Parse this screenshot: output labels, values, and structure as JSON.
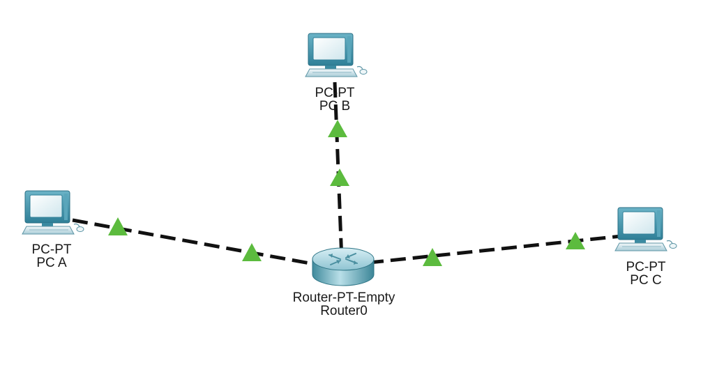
{
  "devices": {
    "pc_a": {
      "model": "PC-PT",
      "name": "PC A",
      "icon": "pc-icon"
    },
    "pc_b": {
      "model": "PC-PT",
      "name": "PC B",
      "icon": "pc-icon"
    },
    "pc_c": {
      "model": "PC-PT",
      "name": "PC C",
      "icon": "pc-icon"
    },
    "router0": {
      "model": "Router-PT-Empty",
      "name": "Router0",
      "icon": "router-icon"
    }
  },
  "links": [
    {
      "from": "pc_a",
      "to": "router0",
      "style": "dashed",
      "status": "up"
    },
    {
      "from": "pc_b",
      "to": "router0",
      "style": "dashed",
      "status": "up"
    },
    {
      "from": "pc_c",
      "to": "router0",
      "style": "dashed",
      "status": "up"
    }
  ],
  "colors": {
    "link": "#111111",
    "link_status_up": "#5cbb3e",
    "pc_frame": "#3f8fa6",
    "pc_screen": "#e2f1f5",
    "router_body": "#6fb0bf"
  }
}
